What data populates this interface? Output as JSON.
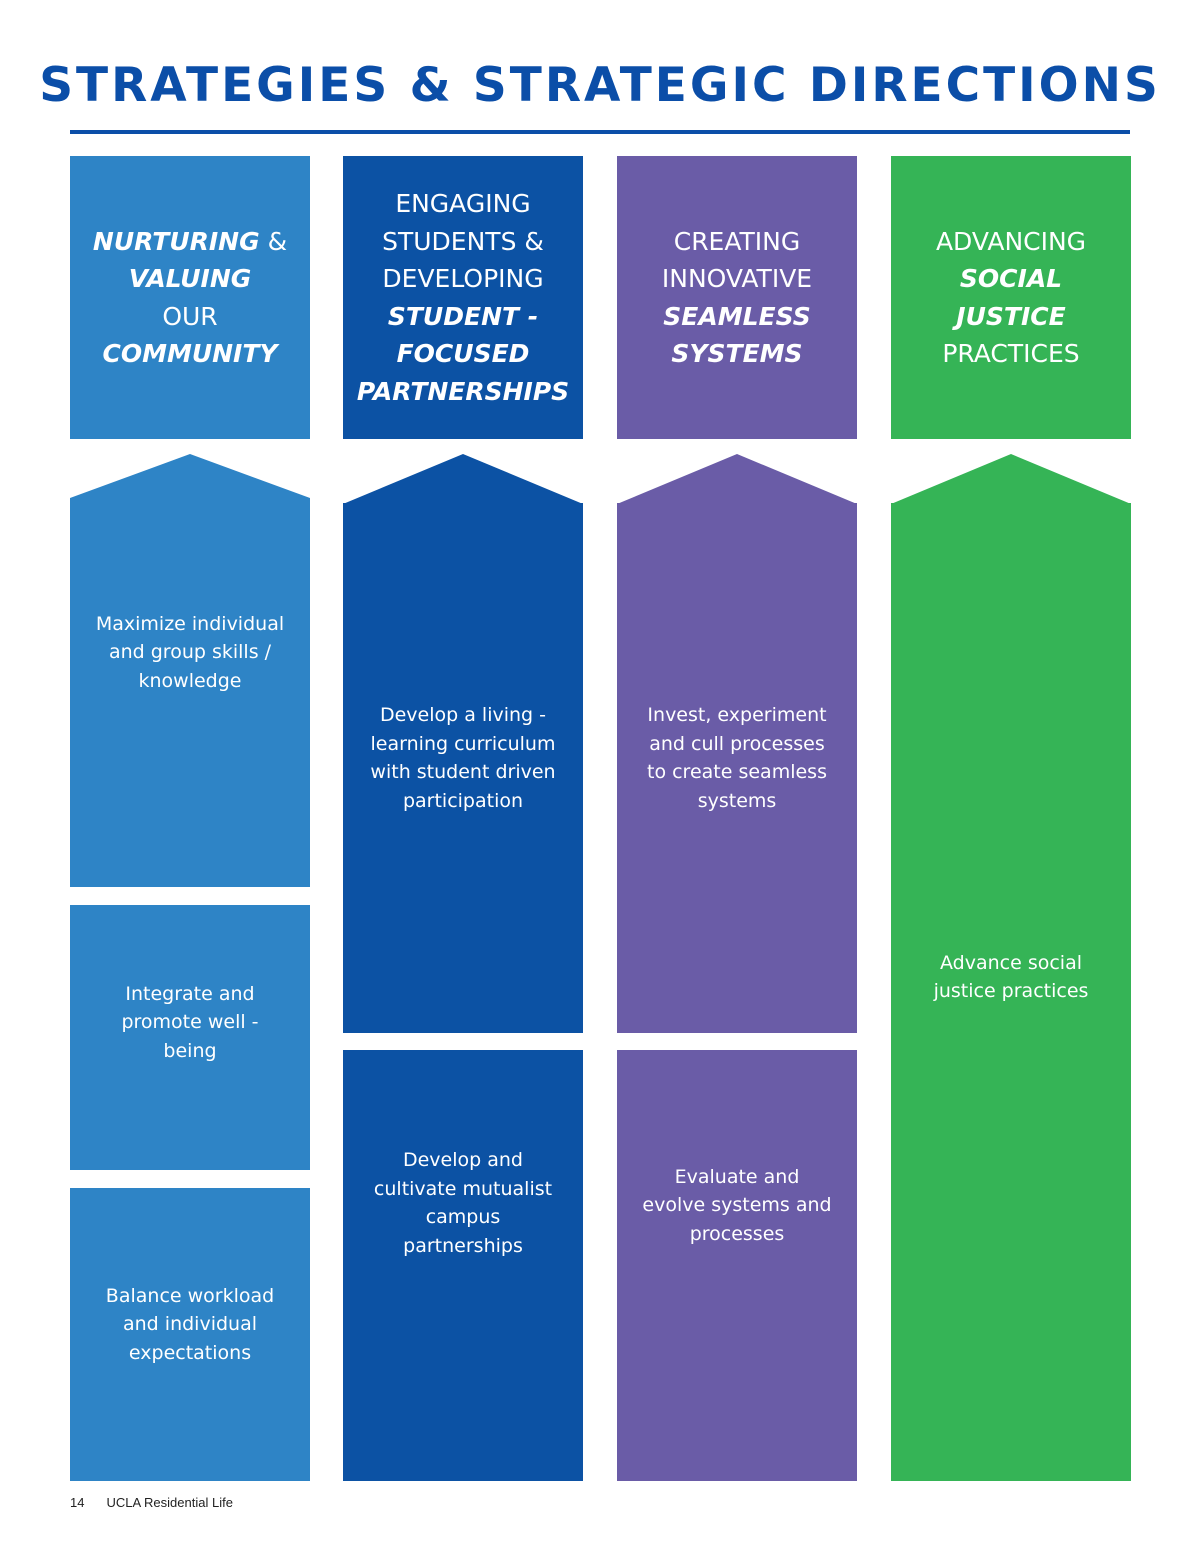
{
  "title": "STRATEGIES & STRATEGIC DIRECTIONS",
  "colors": {
    "title_blue": "#0b4ea8",
    "community_blue": "#2e84c6",
    "engaging_blue": "#0c52a4",
    "systems_purple": "#6a5ca7",
    "justice_green": "#35b456"
  },
  "columns": [
    {
      "key": "community",
      "heading": [
        [
          {
            "t": "NURTURING",
            "b": true
          },
          {
            "t": " &",
            "b": false
          }
        ],
        [
          {
            "t": "VALUING",
            "b": true
          }
        ],
        [
          {
            "t": "OUR",
            "b": false
          }
        ],
        [
          {
            "t": "COMMUNITY",
            "b": true
          }
        ]
      ],
      "items": [
        "Maximize individual and group skills / knowledge",
        "Integrate and promote well - being",
        "Balance workload and individual expectations"
      ]
    },
    {
      "key": "engaging",
      "heading": [
        [
          {
            "t": "ENGAGING",
            "b": false
          }
        ],
        [
          {
            "t": "STUDENTS &",
            "b": false
          }
        ],
        [
          {
            "t": "DEVELOPING",
            "b": false
          }
        ],
        [
          {
            "t": "STUDENT -",
            "b": true
          }
        ],
        [
          {
            "t": "FOCUSED",
            "b": true
          }
        ],
        [
          {
            "t": "PARTNERSHIPS",
            "b": true
          }
        ]
      ],
      "items": [
        "Develop a living - learning curriculum with student driven participation",
        "Develop and cultivate mutualist campus partnerships"
      ]
    },
    {
      "key": "systems",
      "heading": [
        [
          {
            "t": "CREATING",
            "b": false
          }
        ],
        [
          {
            "t": "INNOVATIVE",
            "b": false
          }
        ],
        [
          {
            "t": "SEAMLESS",
            "b": true
          }
        ],
        [
          {
            "t": "SYSTEMS",
            "b": true
          }
        ]
      ],
      "items": [
        "Invest, experiment and cull processes to create seamless systems",
        "Evaluate and evolve systems and processes"
      ]
    },
    {
      "key": "justice",
      "heading": [
        [
          {
            "t": "ADVANCING",
            "b": false
          }
        ],
        [
          {
            "t": "SOCIAL",
            "b": true
          }
        ],
        [
          {
            "t": "JUSTICE",
            "b": true
          }
        ],
        [
          {
            "t": "PRACTICES",
            "b": false
          }
        ]
      ],
      "items": [
        "Advance social justice practices"
      ]
    }
  ],
  "footer": {
    "page_number": "14",
    "publication": "UCLA Residential Life"
  }
}
